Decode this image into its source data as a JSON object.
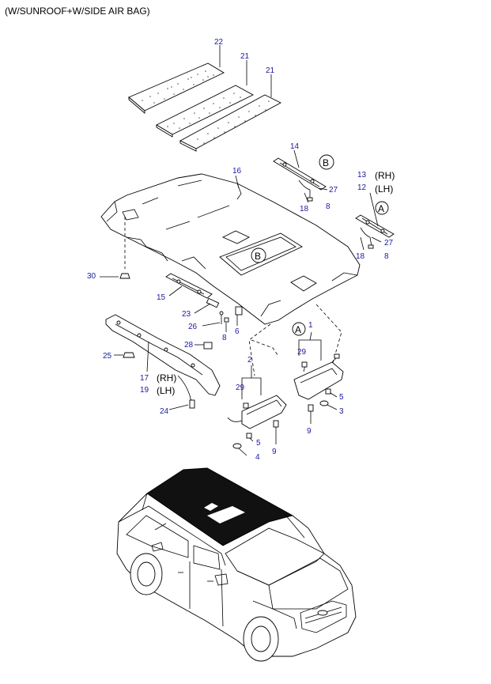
{
  "title": "(W/SUNROOF+W/SIDE AIR BAG)",
  "callouts": {
    "p22": "22",
    "p21a": "21",
    "p21b": "21",
    "p14": "14",
    "p13": "13",
    "p12": "12",
    "rh1": "(RH)",
    "lh1": "(LH)",
    "p16": "16",
    "p27a": "27",
    "p18a": "18",
    "p8a": "8",
    "p27b": "27",
    "p18b": "18",
    "p8b": "8",
    "p30": "30",
    "p15": "15",
    "p23": "23",
    "p26": "26",
    "p8c": "8",
    "p6": "6",
    "p28": "28",
    "p25": "25",
    "p17": "17",
    "p19": "19",
    "rh2": "(RH)",
    "lh2": "(LH)",
    "p24": "24",
    "p1": "1",
    "p29a": "29",
    "p5a": "5",
    "p3": "3",
    "p9a": "9",
    "p2": "2",
    "p29b": "29",
    "p5b": "5",
    "p4": "4",
    "p9b": "9",
    "markA1": "A",
    "markA2": "A",
    "markB1": "B",
    "markB2": "B"
  },
  "colors": {
    "callout": "#1a1aa0",
    "line": "#000000"
  }
}
